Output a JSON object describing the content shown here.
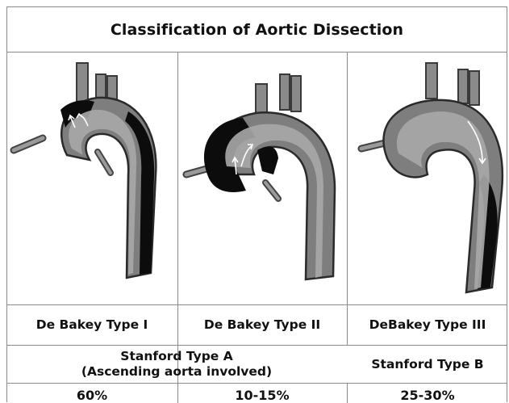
{
  "title": "Classification of Aortic Dissection",
  "types": [
    {
      "debakey": "De Bakey Type I"
    },
    {
      "debakey": "De Bakey Type II"
    },
    {
      "debakey": "DeBakey Type III"
    }
  ],
  "stanford": [
    {
      "label": "Stanford Type A",
      "note": "(Ascending aorta involved)"
    },
    {
      "label": "Stanford Type B"
    }
  ],
  "percentages": [
    "60%",
    "10-15%",
    "25-30%"
  ],
  "colors": {
    "border": "#8a8a8a",
    "wall": "#7e7e7e",
    "lumen": "#a9a9a9",
    "false_lumen": "#0c0c0c"
  }
}
